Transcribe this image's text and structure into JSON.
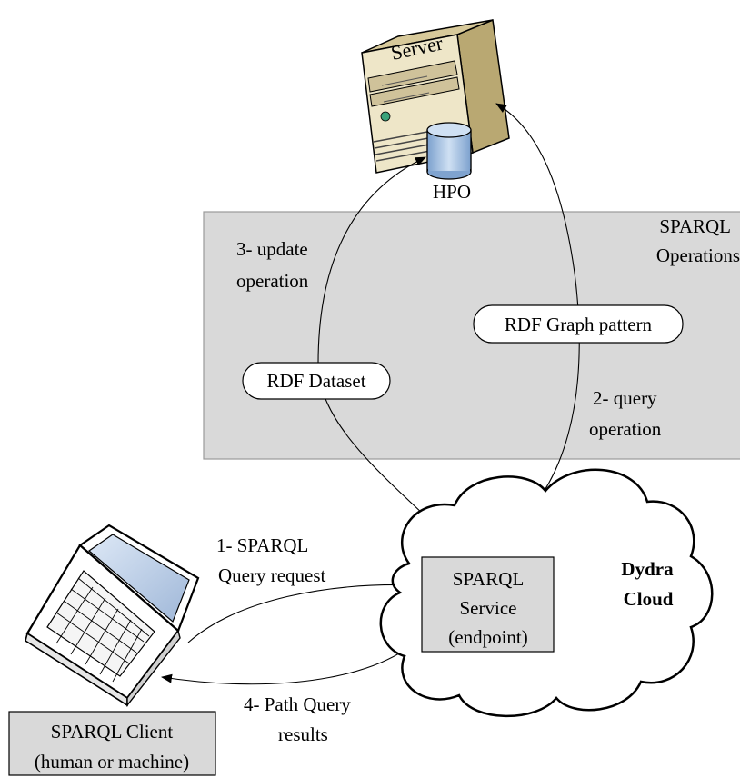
{
  "server": {
    "label": "Server",
    "db_label": "HPO"
  },
  "operations_panel": {
    "title_line1": "SPARQL",
    "title_line2": "Operations"
  },
  "steps": {
    "update": {
      "line1": "3- update",
      "line2": "operation"
    },
    "query": {
      "line1": "2- query",
      "line2": "operation"
    },
    "request": {
      "line1": "1- SPARQL",
      "line2": "Query request"
    },
    "results": {
      "line1": "4- Path Query",
      "line2": "results"
    }
  },
  "pills": {
    "graph_pattern": "RDF Graph pattern",
    "dataset": "RDF Dataset"
  },
  "service": {
    "line1": "SPARQL",
    "line2": "Service",
    "line3": "(endpoint)"
  },
  "cloud": {
    "line1": "Dydra",
    "line2": "Cloud"
  },
  "client": {
    "line1": "SPARQL Client",
    "line2": "(human or machine)"
  },
  "colors": {
    "panel": "#d9d9d9",
    "server_body": "#e8dfc0",
    "server_dark": "#c8b888",
    "db": "#a9c4e4",
    "laptop_screen": "#c8d8ec",
    "service_box": "#d9d9d9"
  }
}
